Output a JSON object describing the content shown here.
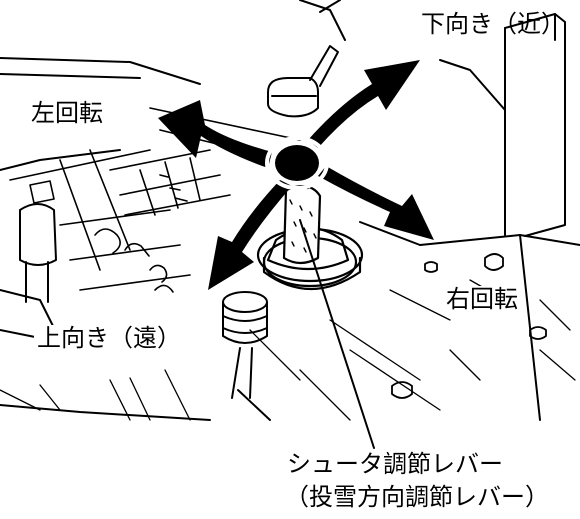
{
  "labels": {
    "down_near": "下向き（近）",
    "rotate_left": "左回転",
    "rotate_right": "右回転",
    "up_far": "上向き（遠）",
    "lever_name": "シュータ調節レバー",
    "lever_alias": "（投雪方向調節レバー）"
  },
  "colors": {
    "ink": "#000000",
    "paper": "#ffffff"
  },
  "icons": {
    "arrows": "four-direction-curved-arrows",
    "lever": "joystick-lever"
  }
}
